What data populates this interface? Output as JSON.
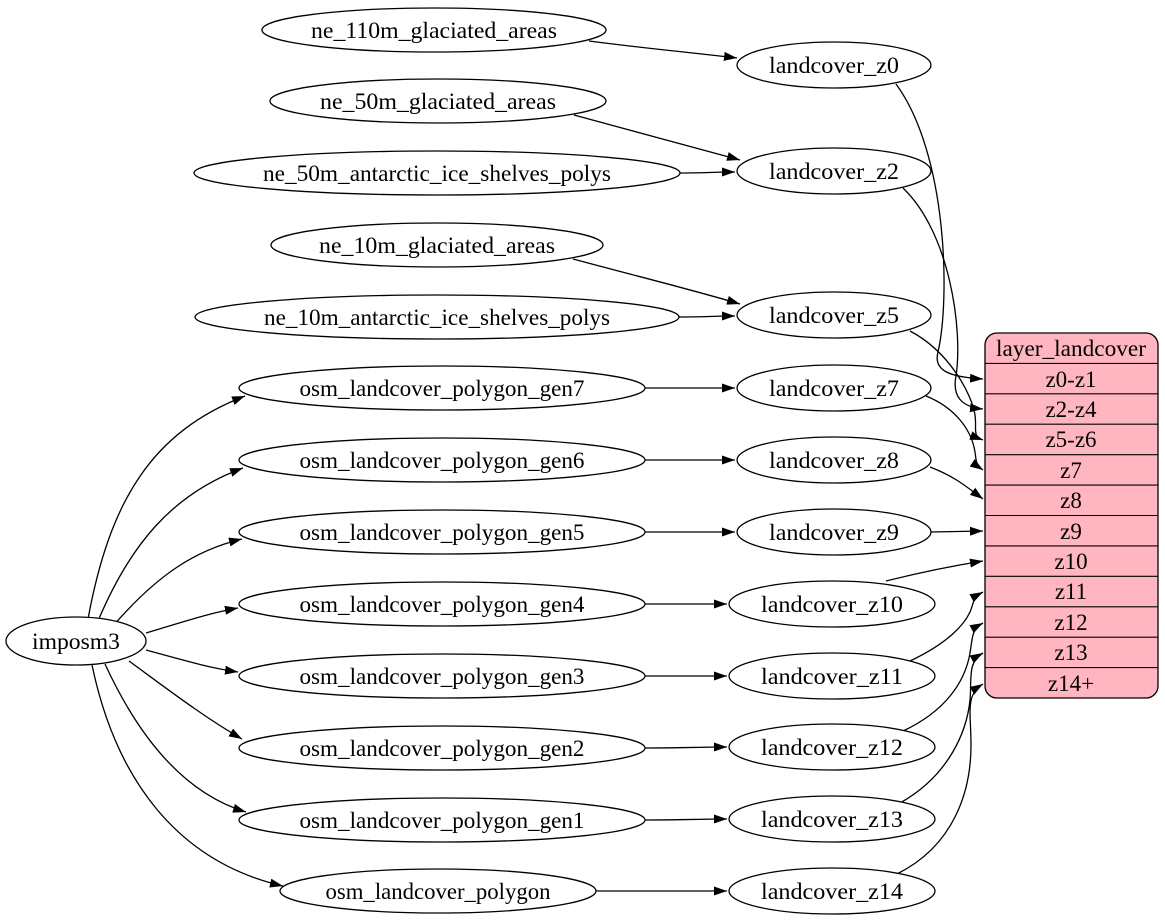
{
  "diagram": {
    "root": {
      "label": "imposm3"
    },
    "sources": [
      "ne_110m_glaciated_areas",
      "ne_50m_glaciated_areas",
      "ne_50m_antarctic_ice_shelves_polys",
      "ne_10m_glaciated_areas",
      "ne_10m_antarctic_ice_shelves_polys",
      "osm_landcover_polygon_gen7",
      "osm_landcover_polygon_gen6",
      "osm_landcover_polygon_gen5",
      "osm_landcover_polygon_gen4",
      "osm_landcover_polygon_gen3",
      "osm_landcover_polygon_gen2",
      "osm_landcover_polygon_gen1",
      "osm_landcover_polygon"
    ],
    "intermediates": [
      "landcover_z0",
      "landcover_z2",
      "landcover_z5",
      "landcover_z7",
      "landcover_z8",
      "landcover_z9",
      "landcover_z10",
      "landcover_z11",
      "landcover_z12",
      "landcover_z13",
      "landcover_z14"
    ],
    "table": {
      "title": "layer_landcover",
      "rows": [
        "z0-z1",
        "z2-z4",
        "z5-z6",
        "z7",
        "z8",
        "z9",
        "z10",
        "z11",
        "z12",
        "z13",
        "z14+"
      ]
    },
    "edges": [
      [
        "imposm3",
        "osm_landcover_polygon_gen7"
      ],
      [
        "imposm3",
        "osm_landcover_polygon_gen6"
      ],
      [
        "imposm3",
        "osm_landcover_polygon_gen5"
      ],
      [
        "imposm3",
        "osm_landcover_polygon_gen4"
      ],
      [
        "imposm3",
        "osm_landcover_polygon_gen3"
      ],
      [
        "imposm3",
        "osm_landcover_polygon_gen2"
      ],
      [
        "imposm3",
        "osm_landcover_polygon_gen1"
      ],
      [
        "imposm3",
        "osm_landcover_polygon"
      ],
      [
        "ne_110m_glaciated_areas",
        "landcover_z0"
      ],
      [
        "ne_50m_glaciated_areas",
        "landcover_z2"
      ],
      [
        "ne_50m_antarctic_ice_shelves_polys",
        "landcover_z2"
      ],
      [
        "ne_10m_glaciated_areas",
        "landcover_z5"
      ],
      [
        "ne_10m_antarctic_ice_shelves_polys",
        "landcover_z5"
      ],
      [
        "osm_landcover_polygon_gen7",
        "landcover_z7"
      ],
      [
        "osm_landcover_polygon_gen6",
        "landcover_z8"
      ],
      [
        "osm_landcover_polygon_gen5",
        "landcover_z9"
      ],
      [
        "osm_landcover_polygon_gen4",
        "landcover_z10"
      ],
      [
        "osm_landcover_polygon_gen3",
        "landcover_z11"
      ],
      [
        "osm_landcover_polygon_gen2",
        "landcover_z12"
      ],
      [
        "osm_landcover_polygon_gen1",
        "landcover_z13"
      ],
      [
        "osm_landcover_polygon",
        "landcover_z14"
      ],
      [
        "landcover_z0",
        "layer_landcover:z0-z1"
      ],
      [
        "landcover_z2",
        "layer_landcover:z2-z4"
      ],
      [
        "landcover_z5",
        "layer_landcover:z5-z6"
      ],
      [
        "landcover_z7",
        "layer_landcover:z7"
      ],
      [
        "landcover_z8",
        "layer_landcover:z8"
      ],
      [
        "landcover_z9",
        "layer_landcover:z9"
      ],
      [
        "landcover_z10",
        "layer_landcover:z10"
      ],
      [
        "landcover_z11",
        "layer_landcover:z11"
      ],
      [
        "landcover_z12",
        "layer_landcover:z12"
      ],
      [
        "landcover_z13",
        "layer_landcover:z13"
      ],
      [
        "landcover_z14",
        "layer_landcover:z14+"
      ]
    ],
    "colors": {
      "background": "#ffffff",
      "node_fill": "#ffffff",
      "node_stroke": "#000000",
      "edge": "#000000",
      "table_fill": "#ffb6c1",
      "text": "#000000"
    }
  }
}
